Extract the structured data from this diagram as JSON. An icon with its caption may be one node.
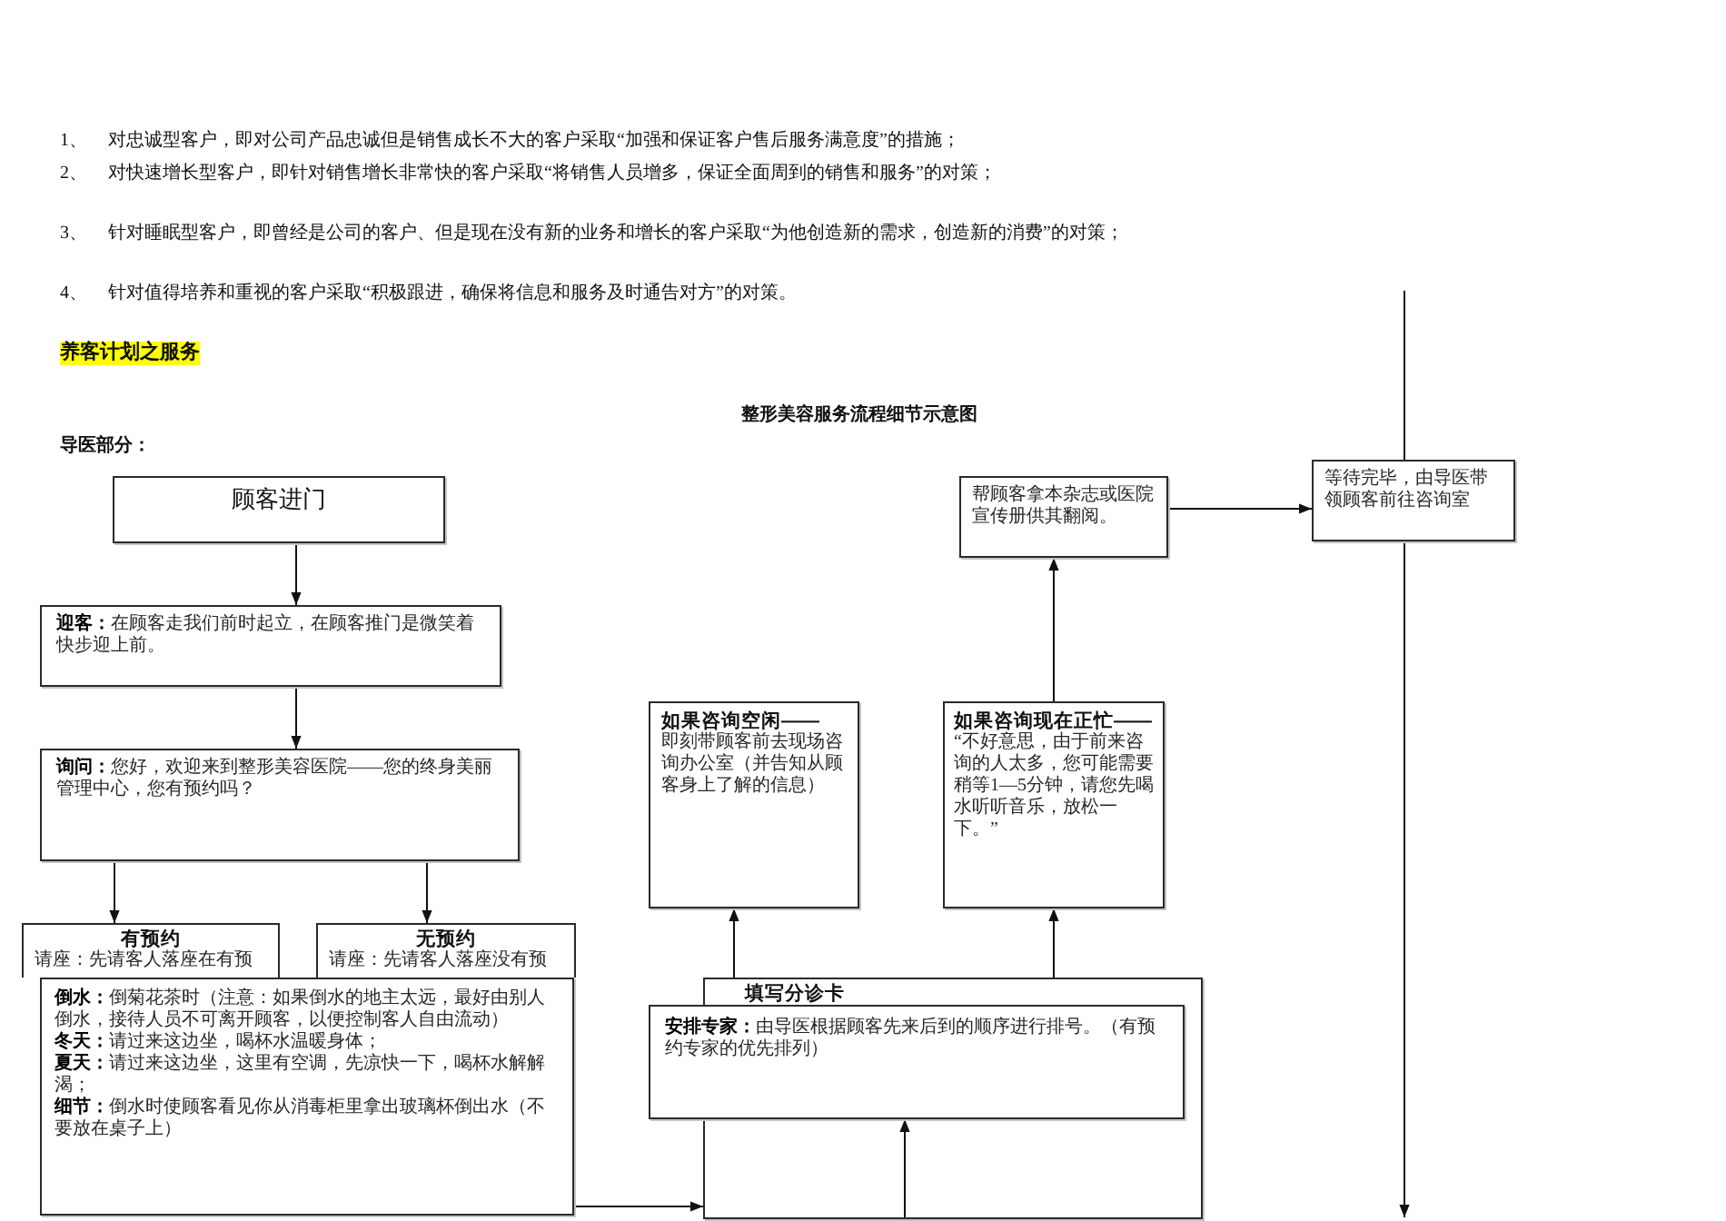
{
  "diagram": {
    "title": "整形美容服务流程细节示意图",
    "nodes": [
      {
        "text": [
          "顾客进门"
        ]
      },
      {
        "text": [
          "**迎客：**在顾客走我们前时起立，在顾客推门是微笑着快步迎上前。"
        ]
      },
      {
        "text": [
          "**询问：**您好，欢迎来到整形美容医院——您的终身美丽管理中心，您有预约吗？"
        ]
      },
      {
        "text": [
          "有预约",
          "请座：先请客人落座在有预"
        ]
      },
      {
        "text": [
          "无预约",
          "请座：先请客人落座没有预"
        ]
      },
      {
        "text": [
          "**倒水：**倒菊花茶时（注意：如果倒水的地主太远，最好由别人倒水，接待人员不可离开顾客，以便控制客人自由流动）",
          "**冬天：**请过来这边坐，喝杯水温暖身体；",
          "**夏天：**请过来这边坐，这里有空调，先凉快一下，喝杯水解解渴；",
          "**细节：**倒水时使顾客看见你从消毒柜里拿出玻璃杯倒出水（不要放在桌子上）"
        ]
      },
      {
        "text": [
          "如果咨询空闲——",
          "即刻带顾客前去现场咨询办公室（并告知从顾客身上了解的信息）"
        ]
      },
      {
        "text": [
          "如果咨询现在正忙——",
          "“不好意思，由于前来咨询的人太多，您可能需要稍等1—5分钟，请您先喝水听听音乐，放松一下。”"
        ]
      },
      {
        "text": [
          "帮顾客拿本杂志或医院宣传册供其翻阅。"
        ]
      },
      {
        "text": [
          "等待完毕，由导医带领顾客前往咨询室"
        ]
      },
      {
        "text": [
          "填写分诊卡"
        ]
      },
      {
        "text": [
          "**安排专家：**由导医根据顾客先来后到的顺序进行排号。（有预约专家的优先排列）"
        ]
      }
    ],
    "edges": [
      {
        "from": 0,
        "to": 1,
        "arrow": "to"
      },
      {
        "from": 1,
        "to": 2,
        "arrow": "to"
      },
      {
        "from": 2,
        "to": 3,
        "arrow": "to"
      },
      {
        "from": 2,
        "to": 4,
        "arrow": "to"
      },
      {
        "from": 5,
        "to": 10,
        "arrow": "to"
      },
      {
        "from": 10,
        "to": 11,
        "arrow": "to"
      },
      {
        "from": 10,
        "to": 6,
        "arrow": "to"
      },
      {
        "from": 10,
        "to": 7,
        "arrow": "to"
      },
      {
        "from": 7,
        "to": 8,
        "arrow": "to"
      },
      {
        "from": 8,
        "to": 9,
        "arrow": "to"
      }
    ],
    "labels": [
      "1、 对忠诚型客户，即对公司产品忠诚但是销售成长不大的客户采取“加强和保证客户售后服务满意度”的措施；",
      "2、 对快速增长型客户，即针对销售增长非常快的客户采取“将销售人员增多，保证全面周到的销售和服务”的对策；",
      "3、 针对睡眠型客户，即曾经是公司的客户、但是现在没有新的业务和增长的客户采取“为他创造新的需求，创造新的消费”的对策；",
      "4、 针对值得培养和重视的客户采取“积极跟进，确保将信息和服务及时通告对方”的对策。",
      "养客计划之服务",
      "导医部分："
    ]
  }
}
